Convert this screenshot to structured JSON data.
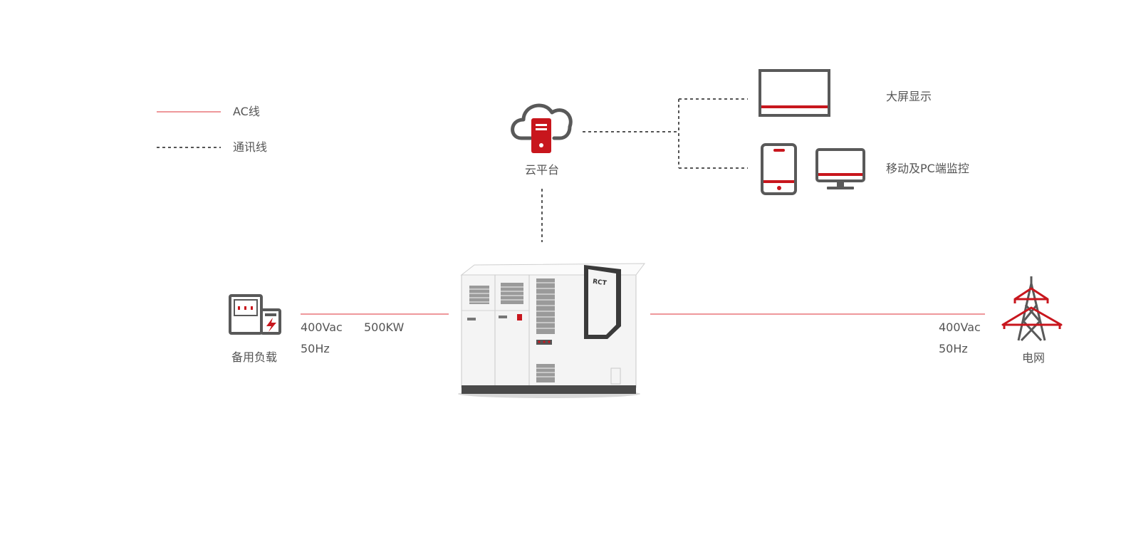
{
  "legend": {
    "ac_line": "AC线",
    "comm_line": "通讯线"
  },
  "nodes": {
    "cloud": "云平台",
    "big_screen": "大屏显示",
    "mobile_pc": "移动及PC端监控",
    "backup_load": "备用负载",
    "grid": "电网",
    "cabinet_brand": "RCT"
  },
  "links": {
    "load_voltage": "400Vac",
    "load_frequency": "50Hz",
    "load_power": "500KW",
    "grid_voltage": "400Vac",
    "grid_frequency": "50Hz"
  },
  "colors": {
    "accent": "#c8161d",
    "ac_line": "#e8767a",
    "icon_gray": "#595959",
    "text": "#555555"
  }
}
